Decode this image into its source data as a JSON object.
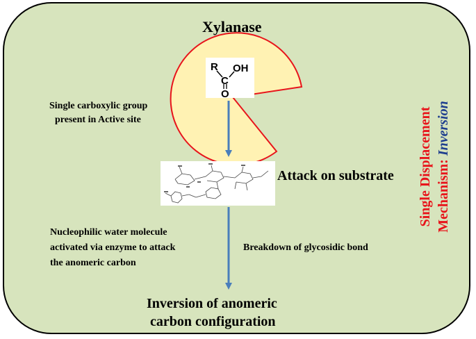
{
  "title": "Xylanase",
  "active_site": {
    "group_atoms": {
      "r": "R",
      "oh": "OH",
      "c": "C",
      "o": "O"
    },
    "note_line1": "Single carboxylic group",
    "note_line2": "present in Active site"
  },
  "substrate_step": {
    "label": "Attack on substrate"
  },
  "nucleophile_note": {
    "line1": "Nucleophilic water molecule",
    "line2": "activated via enzyme to attack",
    "line3": "the anomeric carbon"
  },
  "breakdown_note": "Breakdown of glycosidic bond",
  "result": {
    "line1": "Inversion of anomeric",
    "line2": "carbon configuration"
  },
  "mechanism": {
    "line1": "Single Displacement",
    "prefix": "Mechanism: ",
    "type": "Inversion"
  },
  "colors": {
    "panel": "#d7e4bd",
    "enzyme_fill": "#fff2b3",
    "enzyme_outline": "#e8141b",
    "arrow": "#4a7ebb",
    "mechanism_red": "#e8141b",
    "mechanism_blue": "#1f3f8f"
  }
}
